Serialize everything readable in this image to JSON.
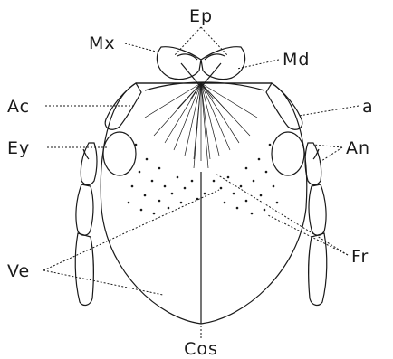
{
  "labels": {
    "ep": "Ep",
    "mx": "Mx",
    "md": "Md",
    "ac": "Ac",
    "a": "a",
    "ey": "Ey",
    "an": "An",
    "fr": "Fr",
    "ve": "Ve",
    "cos": "Cos"
  },
  "ink_color": "#1a1a1a",
  "background_color": "#ffffff"
}
